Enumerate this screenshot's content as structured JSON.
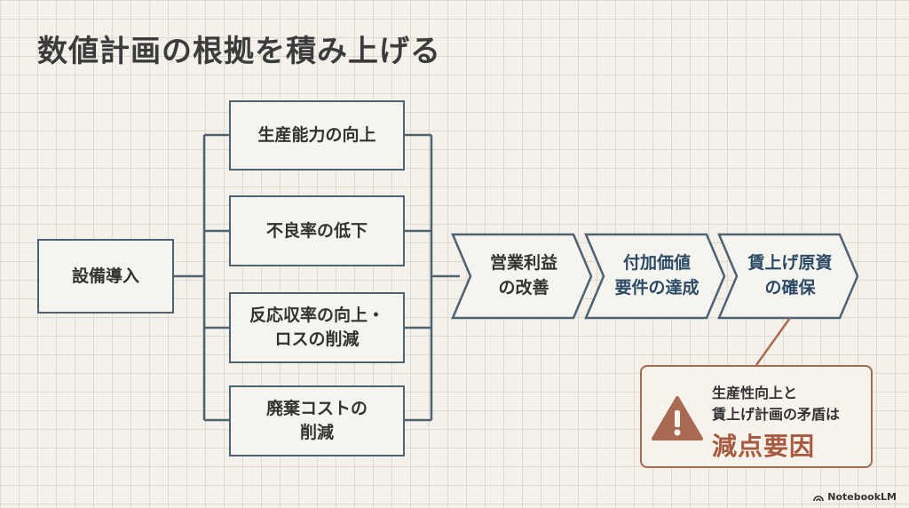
{
  "title": "数値計画の根拠を積み上げる",
  "diagram": {
    "root": "設備導入",
    "effects": [
      "生産能力の向上",
      "不良率の低下",
      "反応収率の向上・\nロスの削減",
      "廃棄コストの\n削減"
    ],
    "steps": [
      {
        "label": "営業利益\nの改善",
        "color": "#333333"
      },
      {
        "label": "付加価値\n要件の達成",
        "color": "#2b4a66"
      },
      {
        "label": "賃上げ原資\nの確保",
        "color": "#2b4a66"
      }
    ]
  },
  "warning": {
    "icon": "warning-icon",
    "line1": "生産性向上と",
    "line2": "賃上げ計画の矛盾は",
    "emphasis": "減点要因",
    "accent": "#a85a40"
  },
  "brand": "NotebookLM",
  "colors": {
    "line": "#4d6272",
    "background": "#f3f1ea"
  }
}
